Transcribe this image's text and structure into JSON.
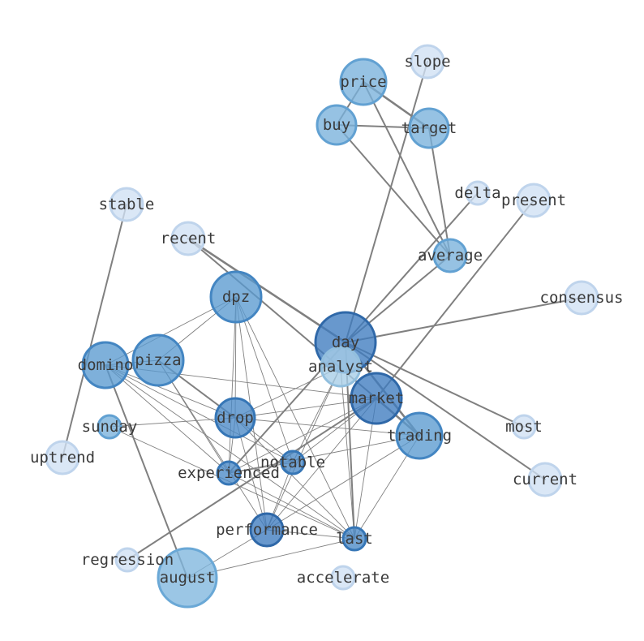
{
  "colors": {
    "edge": "#808080",
    "label": "#3a3a3a",
    "background": "#ffffff"
  },
  "nodes": [
    {
      "id": "day",
      "label": "day",
      "fill": "#3d7bbf",
      "stroke": "#2f68a8"
    },
    {
      "id": "market",
      "label": "market",
      "fill": "#3d7bbf",
      "stroke": "#2f68a8"
    },
    {
      "id": "dpz",
      "label": "dpz",
      "fill": "#5a9acf",
      "stroke": "#4486c2"
    },
    {
      "id": "pizza",
      "label": "pizza",
      "fill": "#5a9acf",
      "stroke": "#4486c2"
    },
    {
      "id": "domino",
      "label": "domino",
      "fill": "#5a9acf",
      "stroke": "#4486c2"
    },
    {
      "id": "drop",
      "label": "drop",
      "fill": "#4a89c6",
      "stroke": "#3676b6"
    },
    {
      "id": "trading",
      "label": "trading",
      "fill": "#5a9acf",
      "stroke": "#4486c2"
    },
    {
      "id": "price",
      "label": "price",
      "fill": "#78b1db",
      "stroke": "#62a1d2"
    },
    {
      "id": "buy",
      "label": "buy",
      "fill": "#78b1db",
      "stroke": "#62a1d2"
    },
    {
      "id": "target",
      "label": "target",
      "fill": "#78b1db",
      "stroke": "#62a1d2"
    },
    {
      "id": "average",
      "label": "average",
      "fill": "#78b1db",
      "stroke": "#62a1d2"
    },
    {
      "id": "analyst",
      "label": "analyst",
      "fill": "#a6cde7",
      "stroke": "#92bfde"
    },
    {
      "id": "august",
      "label": "august",
      "fill": "#7fb6de",
      "stroke": "#6aa8d6"
    },
    {
      "id": "performance",
      "label": "performance",
      "fill": "#3d7bbf",
      "stroke": "#2f68a8"
    },
    {
      "id": "last",
      "label": "last",
      "fill": "#4a89c6",
      "stroke": "#3676b6"
    },
    {
      "id": "notable",
      "label": "notable",
      "fill": "#4a89c6",
      "stroke": "#3676b6"
    },
    {
      "id": "experienced",
      "label": "experienced",
      "fill": "#4a89c6",
      "stroke": "#3676b6"
    },
    {
      "id": "sunday",
      "label": "sunday",
      "fill": "#78b1db",
      "stroke": "#62a1d2"
    },
    {
      "id": "slope",
      "label": "slope",
      "fill": "#cfe0f3",
      "stroke": "#bfd4ec"
    },
    {
      "id": "delta",
      "label": "delta",
      "fill": "#cfe0f3",
      "stroke": "#bfd4ec"
    },
    {
      "id": "present",
      "label": "present",
      "fill": "#cfe0f3",
      "stroke": "#bfd4ec"
    },
    {
      "id": "consensus",
      "label": "consensus",
      "fill": "#cfe0f3",
      "stroke": "#bfd4ec"
    },
    {
      "id": "stable",
      "label": "stable",
      "fill": "#cfe0f3",
      "stroke": "#bfd4ec"
    },
    {
      "id": "recent",
      "label": "recent",
      "fill": "#cfe0f3",
      "stroke": "#bfd4ec"
    },
    {
      "id": "uptrend",
      "label": "uptrend",
      "fill": "#cfe0f3",
      "stroke": "#bfd4ec"
    },
    {
      "id": "most",
      "label": "most",
      "fill": "#cfe0f3",
      "stroke": "#bfd4ec"
    },
    {
      "id": "current",
      "label": "current",
      "fill": "#cfe0f3",
      "stroke": "#bfd4ec"
    },
    {
      "id": "regression",
      "label": "regression",
      "fill": "#cfe0f3",
      "stroke": "#bfd4ec"
    },
    {
      "id": "accelerate",
      "label": "accelerate",
      "fill": "#cfe0f3",
      "stroke": "#bfd4ec"
    }
  ],
  "edges": [
    {
      "source": "price",
      "target": "target",
      "weight": 3
    },
    {
      "source": "price",
      "target": "buy",
      "weight": 2
    },
    {
      "source": "buy",
      "target": "target",
      "weight": 2
    },
    {
      "source": "price",
      "target": "average",
      "weight": 2
    },
    {
      "source": "buy",
      "target": "average",
      "weight": 2
    },
    {
      "source": "target",
      "target": "average",
      "weight": 2
    },
    {
      "source": "day",
      "target": "slope",
      "weight": 2
    },
    {
      "source": "day",
      "target": "delta",
      "weight": 2
    },
    {
      "source": "day",
      "target": "average",
      "weight": 2
    },
    {
      "source": "day",
      "target": "consensus",
      "weight": 2
    },
    {
      "source": "day",
      "target": "most",
      "weight": 2
    },
    {
      "source": "day",
      "target": "current",
      "weight": 2
    },
    {
      "source": "day",
      "target": "recent",
      "weight": 3
    },
    {
      "source": "day",
      "target": "trading",
      "weight": 3
    },
    {
      "source": "day",
      "target": "experienced",
      "weight": 2
    },
    {
      "source": "day",
      "target": "last",
      "weight": 2
    },
    {
      "source": "market",
      "target": "present",
      "weight": 2
    },
    {
      "source": "market",
      "target": "regression",
      "weight": 2
    },
    {
      "source": "stable",
      "target": "uptrend",
      "weight": 2
    },
    {
      "source": "domino",
      "target": "august",
      "weight": 2
    },
    {
      "source": "recent",
      "target": "market",
      "weight": 2
    },
    {
      "source": "dpz",
      "target": "pizza",
      "weight": 1
    },
    {
      "source": "dpz",
      "target": "domino",
      "weight": 1
    },
    {
      "source": "dpz",
      "target": "drop",
      "weight": 1
    },
    {
      "source": "dpz",
      "target": "experienced",
      "weight": 1
    },
    {
      "source": "dpz",
      "target": "performance",
      "weight": 1
    },
    {
      "source": "dpz",
      "target": "notable",
      "weight": 1
    },
    {
      "source": "dpz",
      "target": "last",
      "weight": 1
    },
    {
      "source": "pizza",
      "target": "drop",
      "weight": 2
    },
    {
      "source": "pizza",
      "target": "domino",
      "weight": 1
    },
    {
      "source": "pizza",
      "target": "experienced",
      "weight": 1
    },
    {
      "source": "pizza",
      "target": "performance",
      "weight": 1
    },
    {
      "source": "domino",
      "target": "drop",
      "weight": 1
    },
    {
      "source": "domino",
      "target": "market",
      "weight": 1
    },
    {
      "source": "domino",
      "target": "notable",
      "weight": 1
    },
    {
      "source": "domino",
      "target": "last",
      "weight": 1
    },
    {
      "source": "domino",
      "target": "experienced",
      "weight": 1
    },
    {
      "source": "drop",
      "target": "market",
      "weight": 1
    },
    {
      "source": "drop",
      "target": "sunday",
      "weight": 1
    },
    {
      "source": "drop",
      "target": "experienced",
      "weight": 1
    },
    {
      "source": "drop",
      "target": "notable",
      "weight": 1
    },
    {
      "source": "drop",
      "target": "performance",
      "weight": 1
    },
    {
      "source": "drop",
      "target": "last",
      "weight": 1
    },
    {
      "source": "drop",
      "target": "trading",
      "weight": 1
    },
    {
      "source": "drop",
      "target": "analyst",
      "weight": 1
    },
    {
      "source": "market",
      "target": "experienced",
      "weight": 1
    },
    {
      "source": "market",
      "target": "notable",
      "weight": 1
    },
    {
      "source": "market",
      "target": "performance",
      "weight": 1
    },
    {
      "source": "market",
      "target": "last",
      "weight": 1
    },
    {
      "source": "market",
      "target": "trading",
      "weight": 3
    },
    {
      "source": "analyst",
      "target": "performance",
      "weight": 1
    },
    {
      "source": "analyst",
      "target": "notable",
      "weight": 1
    },
    {
      "source": "analyst",
      "target": "last",
      "weight": 1
    },
    {
      "source": "trading",
      "target": "experienced",
      "weight": 1
    },
    {
      "source": "trading",
      "target": "performance",
      "weight": 1
    },
    {
      "source": "trading",
      "target": "last",
      "weight": 1
    },
    {
      "source": "sunday",
      "target": "last",
      "weight": 1
    },
    {
      "source": "experienced",
      "target": "last",
      "weight": 1
    },
    {
      "source": "experienced",
      "target": "notable",
      "weight": 1
    },
    {
      "source": "notable",
      "target": "performance",
      "weight": 1
    },
    {
      "source": "performance",
      "target": "last",
      "weight": 1
    },
    {
      "source": "august",
      "target": "performance",
      "weight": 1
    },
    {
      "source": "august",
      "target": "last",
      "weight": 1
    }
  ]
}
